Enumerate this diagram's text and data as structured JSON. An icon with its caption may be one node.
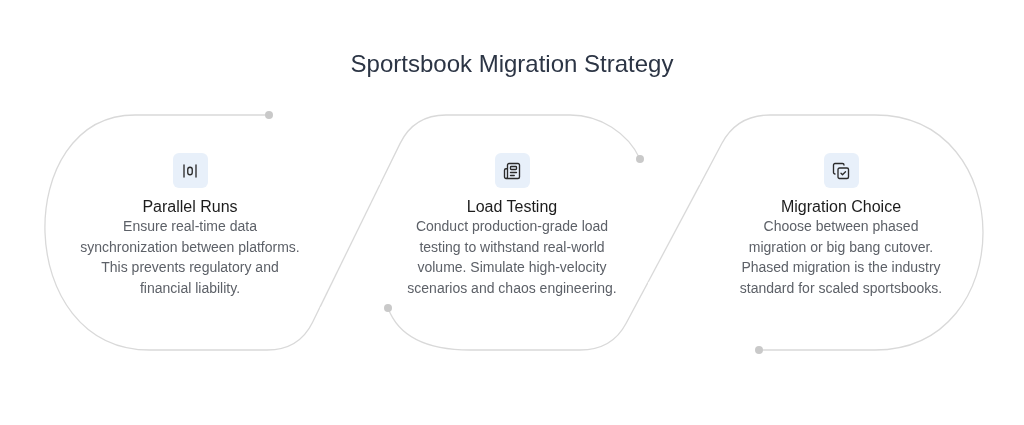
{
  "diagram": {
    "title": "Sportsbook Migration Strategy",
    "nodes": [
      {
        "text": [
          "Parallel Runs",
          "Ensure real-time data synchronization between platforms. This prevents regulatory and financial liability."
        ]
      },
      {
        "text": [
          "Load Testing",
          "Conduct production-grade load testing to withstand real-world volume. Simulate high-velocity scenarios and chaos engineering."
        ]
      },
      {
        "text": [
          "Migration Choice",
          "Choose between phased migration or big bang cutover. Phased migration is the industry standard for scaled sportsbooks."
        ]
      }
    ],
    "edges": [
      {
        "from": 0,
        "to": 1,
        "arrow": "none"
      },
      {
        "from": 1,
        "to": 2,
        "arrow": "none"
      }
    ]
  }
}
